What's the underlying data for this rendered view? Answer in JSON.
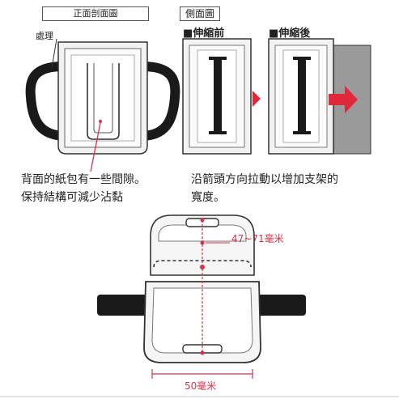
{
  "front_view": {
    "title": "正面剖面圖",
    "callout_label": "處理"
  },
  "side_view": {
    "title": "側面圖",
    "before_label": "伸縮前",
    "after_label": "伸縮後"
  },
  "captions": {
    "left_line1": "背面的紙包有一些間隙。",
    "left_line2": "保持結構可減少沾黏",
    "right_line1": "沿箭頭方向拉動以增加支架的",
    "right_line2": "寬度。"
  },
  "dimensions": {
    "height_range": "47~71毫米",
    "width": "50毫米"
  },
  "colors": {
    "accent_red": "#d6324a",
    "arrow_red": "#e0283a",
    "panel_gray": "#9a9a9a",
    "handle_black": "#1a1a1a"
  }
}
